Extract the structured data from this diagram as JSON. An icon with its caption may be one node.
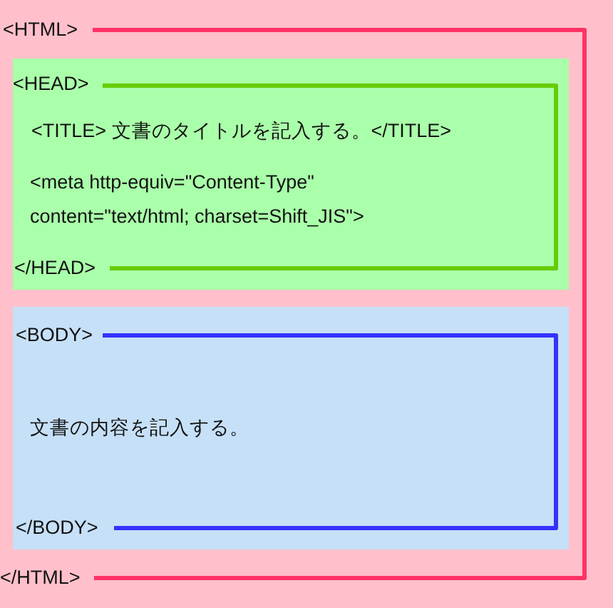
{
  "diagram": {
    "nodes": [
      {
        "text": [
          "<HTML>",
          "</HTML>"
        ]
      },
      {
        "text": [
          "<HEAD>",
          "<TITLE> 文書のタイトルを記入する。</TITLE>",
          "<meta http-equiv=\"Content-Type\" content=\"text/html; charset=Shift_JIS\">",
          "</HEAD>"
        ],
        "in": 0
      },
      {
        "text": [
          "<BODY>",
          "文書の内容を記入する。",
          "</BODY>"
        ],
        "in": 0
      }
    ]
  }
}
